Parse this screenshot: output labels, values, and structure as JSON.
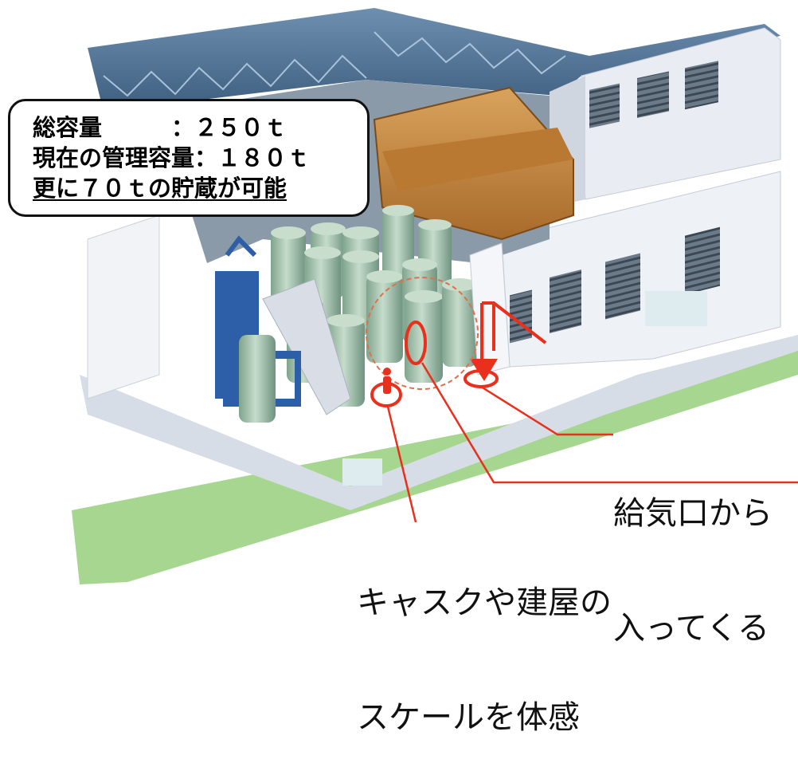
{
  "info_box": {
    "line1": "総容量　　　：２５０ｔ",
    "line2": "現在の管理容量：１８０ｔ",
    "line3": "更に７０ｔの貯蔵が可能"
  },
  "callouts": {
    "airflow_line1": "給気口から",
    "airflow_line2": "入ってくる",
    "scale_line1": "キャスクや建屋の",
    "scale_line2": "スケールを体感"
  },
  "colors": {
    "wall": "#eef1f6",
    "roof_truss": "#3f6f96",
    "cask": "#9fbfa8",
    "crane": "#c8883a",
    "rack": "#2d5fa8",
    "highlight": "#e8301c",
    "grass": "#9fd38a"
  }
}
